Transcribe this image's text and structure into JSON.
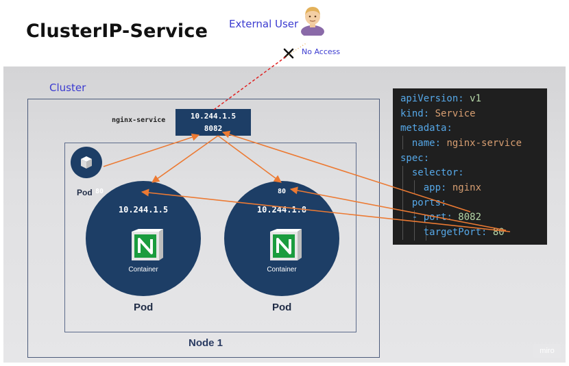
{
  "title": "ClusterIP-Service",
  "external_user": {
    "label": "External User",
    "no_access": "No Access",
    "icon": "person-icon",
    "blocked_icon": "x-icon"
  },
  "cluster": {
    "label": "Cluster"
  },
  "node": {
    "label": "Node 1"
  },
  "service": {
    "name": "nginx-service",
    "ip": "10.244.1.5",
    "port": "8082"
  },
  "small_pod": {
    "label": "Pod",
    "icon": "cube-icon"
  },
  "pods": [
    {
      "port": "80",
      "ip": "10.244.1.5",
      "container_label": "Container",
      "label": "Pod",
      "icon": "nginx-icon"
    },
    {
      "port": "80",
      "ip": "10.244.1.8",
      "container_label": "Container",
      "label": "Pod",
      "icon": "nginx-icon"
    }
  ],
  "yaml": {
    "api_key": "apiVersion",
    "api_val": "v1",
    "kind_key": "kind",
    "kind_val": "Service",
    "metadata_key": "metadata",
    "name_key": "name",
    "name_val": "nginx-service",
    "spec_key": "spec",
    "selector_key": "selector",
    "app_key": "app",
    "app_val": "nginx",
    "ports_key": "ports",
    "port_dash": "- ",
    "port_key": "port",
    "port_val": "8082",
    "target_key": "targetPort",
    "target_val": "80"
  },
  "colors": {
    "arrow": "#ec7a33",
    "node_fill": "#1d3e66",
    "blocked_line": "#e02020",
    "label_blue": "#3a3ad0"
  },
  "watermark": "miro"
}
